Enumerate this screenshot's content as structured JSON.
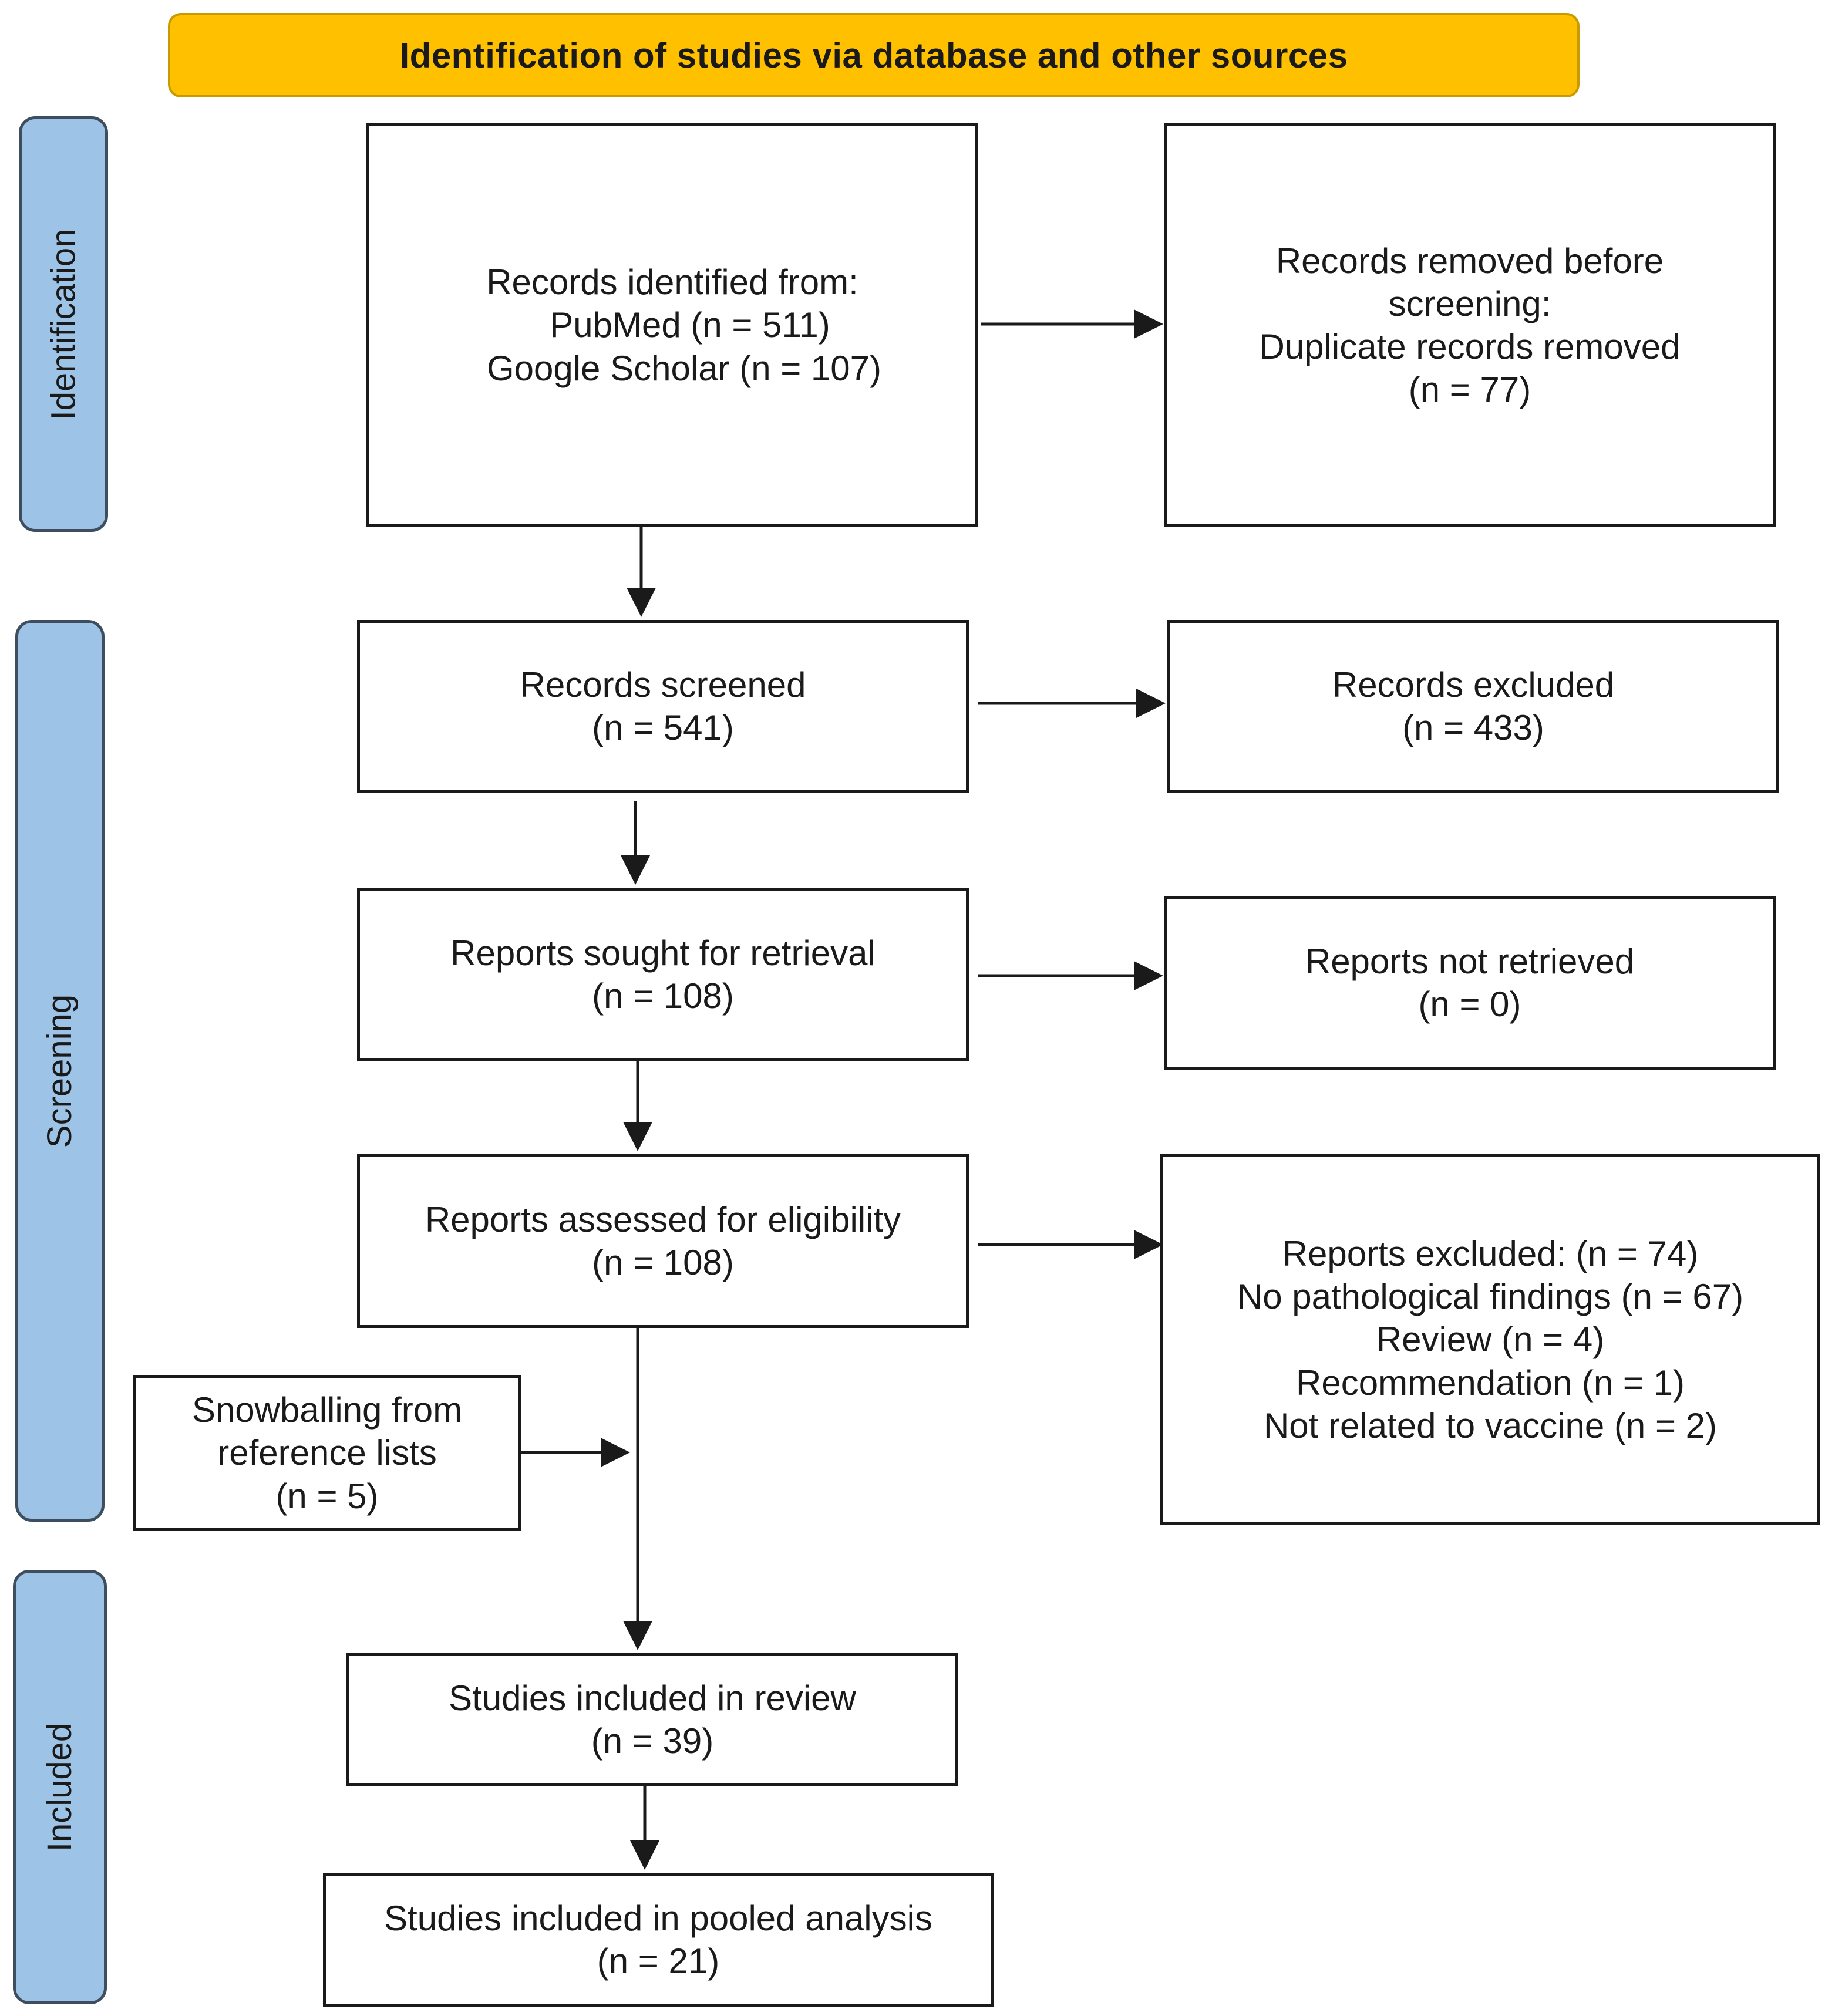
{
  "header": {
    "title": "Identification of studies via database and other sources"
  },
  "phases": {
    "identification": "Identification",
    "screening": "Screening",
    "included": "Included"
  },
  "boxes": {
    "records_identified": {
      "lines": [
        "Records identified from:",
        "PubMed (n = 511)",
        "Google Scholar (n = 107)"
      ]
    },
    "records_removed": {
      "lines": [
        "Records removed before",
        "screening:",
        "Duplicate records removed",
        "(n = 77)"
      ]
    },
    "records_screened": {
      "lines": [
        "Records screened",
        "(n = 541)"
      ]
    },
    "records_excluded": {
      "lines": [
        "Records excluded",
        "(n = 433)"
      ]
    },
    "reports_sought": {
      "lines": [
        "Reports sought for retrieval",
        "(n = 108)"
      ]
    },
    "reports_not_retrieved": {
      "lines": [
        "Reports not retrieved",
        "(n = 0)"
      ]
    },
    "reports_assessed": {
      "lines": [
        "Reports assessed for eligibility",
        "(n = 108)"
      ]
    },
    "reports_excluded": {
      "lines": [
        "Reports excluded: (n = 74)",
        "No pathological findings (n = 67)",
        "Review (n = 4)",
        "Recommendation (n = 1)",
        "Not related to vaccine (n = 2)"
      ]
    },
    "snowballing": {
      "lines": [
        "Snowballing from",
        "reference lists",
        "(n = 5)"
      ]
    },
    "studies_review": {
      "lines": [
        "Studies included in review",
        "(n = 39)"
      ]
    },
    "studies_pooled": {
      "lines": [
        "Studies included in pooled analysis",
        "(n = 21)"
      ]
    }
  },
  "colors": {
    "header_fill": "#FFC000",
    "phase_fill": "#9DC3E6",
    "box_border": "#1a1a1a"
  }
}
